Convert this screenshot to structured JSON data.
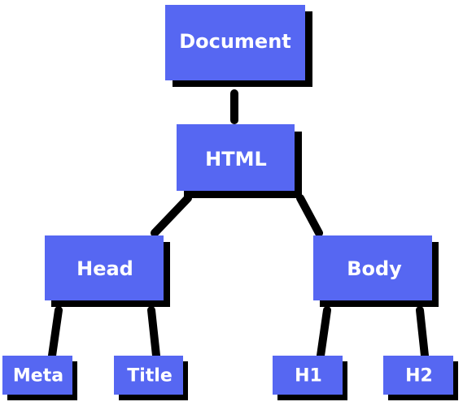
{
  "diagram": {
    "nodes": {
      "document": "Document",
      "html": "HTML",
      "head": "Head",
      "body": "Body",
      "meta": "Meta",
      "title": "Title",
      "h1": "H1",
      "h2": "H2"
    },
    "colors": {
      "node_fill": "#5667f2",
      "node_shadow": "#000000",
      "node_text": "#ffffff",
      "edge": "#000000",
      "background": "#ffffff"
    }
  }
}
